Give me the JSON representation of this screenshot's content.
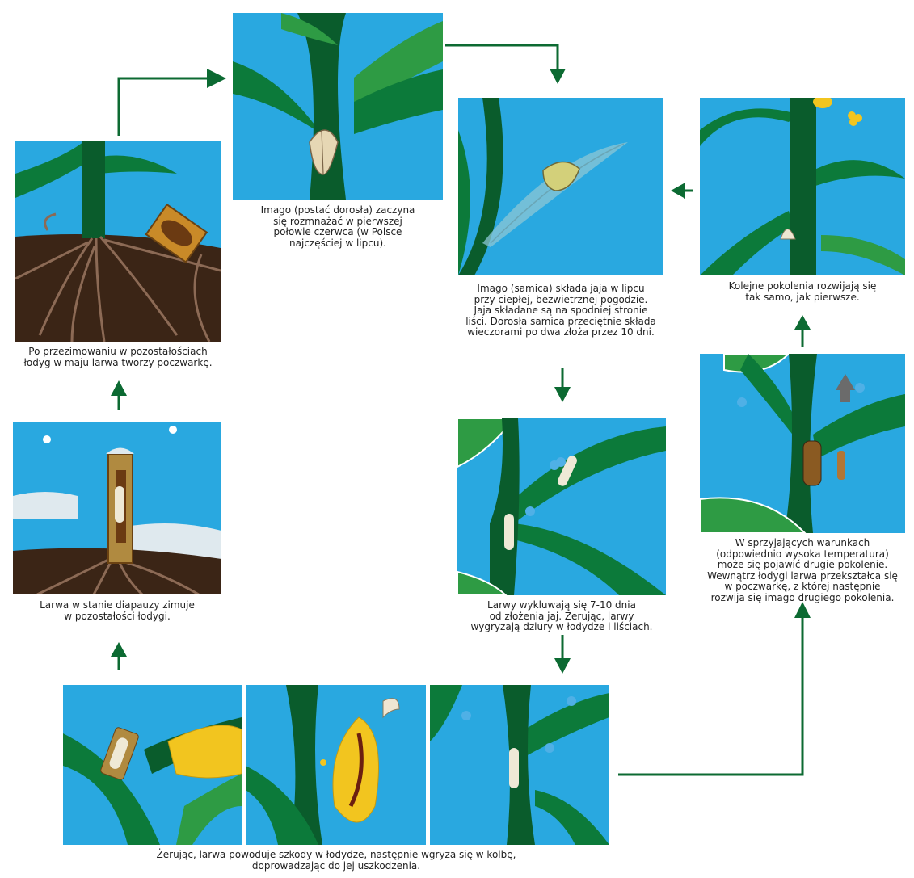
{
  "colors": {
    "sky": "#29a8e0",
    "leaf": "#0c7a3a",
    "leaf_dark": "#0a5c2c",
    "leaf_light": "#2e9b44",
    "soil": "#3b2516",
    "root": "#8c6a55",
    "arrow": "#0c6a32",
    "larva": "#efe9d6",
    "corn": "#f2c51f",
    "snow": "#dfe9ee",
    "egg": "#4fb0e6"
  },
  "stages": {
    "overwinter_pupa": {
      "caption": [
        "Po przezimowaniu w pozostałościach",
        "łodyg w maju larwa tworzy poczwarkę."
      ]
    },
    "adult_reproduction": {
      "caption": [
        "Imago (postać dorosła) zaczyna",
        "się rozmnażać w pierwszej",
        "połowie czerwca (w Polsce",
        "najczęściej w lipcu)."
      ]
    },
    "egg_laying": {
      "caption": [
        "Imago (samica) składa jaja w lipcu",
        "przy ciepłej, bezwietrznej pogodzie.",
        "Jaja składane są na spodniej stronie",
        "liści. Dorosła samica przeciętnie składa",
        "wieczorami po dwa złoża przez 10 dni."
      ]
    },
    "next_generations": {
      "caption": [
        "Kolejne pokolenia rozwijają się",
        "tak samo, jak pierwsze."
      ]
    },
    "diapause": {
      "caption": [
        "Larwa w stanie diapauzy zimuje",
        "w pozostałości łodygi."
      ]
    },
    "hatching": {
      "caption": [
        "Larwy wykluwają się 7-10 dnia",
        "od złożenia jaj. Żerując, larwy",
        "wygryzają dziury w łodydze i liściach."
      ]
    },
    "second_generation": {
      "caption": [
        "W sprzyjających warunkach",
        "(odpowiednio wysoka temperatura)",
        "może się pojawić drugie pokolenie.",
        "Wewnątrz łodygi larwa przekształca się",
        "w poczwarkę, z której następnie",
        "rozwija się imago drugiego pokolenia."
      ]
    },
    "feeding_damage": {
      "caption": [
        "Żerując, larwa powoduje szkody w łodydze, następnie wgryza się w kolbę,",
        "doprowadzając do jej uszkodzenia."
      ]
    }
  }
}
